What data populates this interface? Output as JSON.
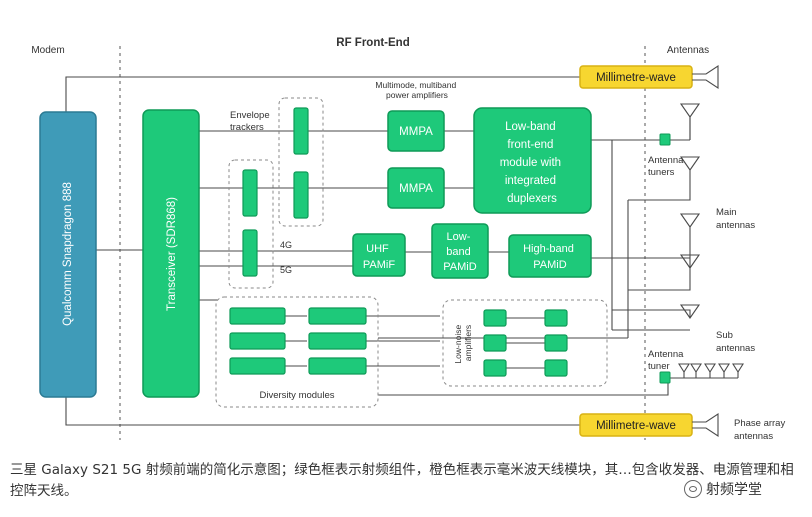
{
  "section_titles": {
    "modem": "Modem",
    "rf_front_end": "RF Front-End",
    "antennas": "Antennas"
  },
  "blocks": {
    "modem_chip": "Qualcomm Snapdragon 888",
    "transceiver": "Transceiver (SDR868)",
    "mmpa_top": "MMPA",
    "mmpa_bottom": "MMPA",
    "lowband_fem": [
      "Low-band",
      "front-end",
      "module with",
      "integrated",
      "duplexers"
    ],
    "uhf_pamif": [
      "UHF",
      "PAMiF"
    ],
    "lowband_pamid": [
      "Low-",
      "band",
      "PAMiD"
    ],
    "highband_pamid": [
      "High-band",
      "PAMiD"
    ],
    "mmwave_top": "Millimetre-wave",
    "mmwave_bottom": "Millimetre-wave"
  },
  "labels": {
    "envelope_trackers": [
      "Envelope",
      "trackers"
    ],
    "multimode_pa": [
      "Multimode, multiband",
      "power amplifiers"
    ],
    "band_4g": "4G",
    "band_5g": "5G",
    "antenna_tuners": [
      "Antenna",
      "tuners"
    ],
    "main_antennas": [
      "Main",
      "antennas"
    ],
    "sub_antennas": [
      "Sub",
      "antennas"
    ],
    "antenna_tuner": [
      "Antenna",
      "tuner"
    ],
    "phase_array": [
      "Phase array",
      "antennas"
    ],
    "diversity_modules": "Diversity modules",
    "low_noise_amplifiers": [
      "Low-noise",
      "amplifiers"
    ]
  },
  "colors": {
    "green": "#1ec97a",
    "green_dark": "#0e9a57",
    "modem_blue": "#3f9bb8",
    "mmwave_yellow": "#f7d630",
    "line": "#4a4a4a"
  },
  "caption": "三星 Galaxy S21 5G 射频前端的简化示意图；绿色框表示射频组件，橙色框表示毫米波天线模块，其…包含收发器、电源管理和相控阵天线。",
  "watermark": "射频学堂"
}
